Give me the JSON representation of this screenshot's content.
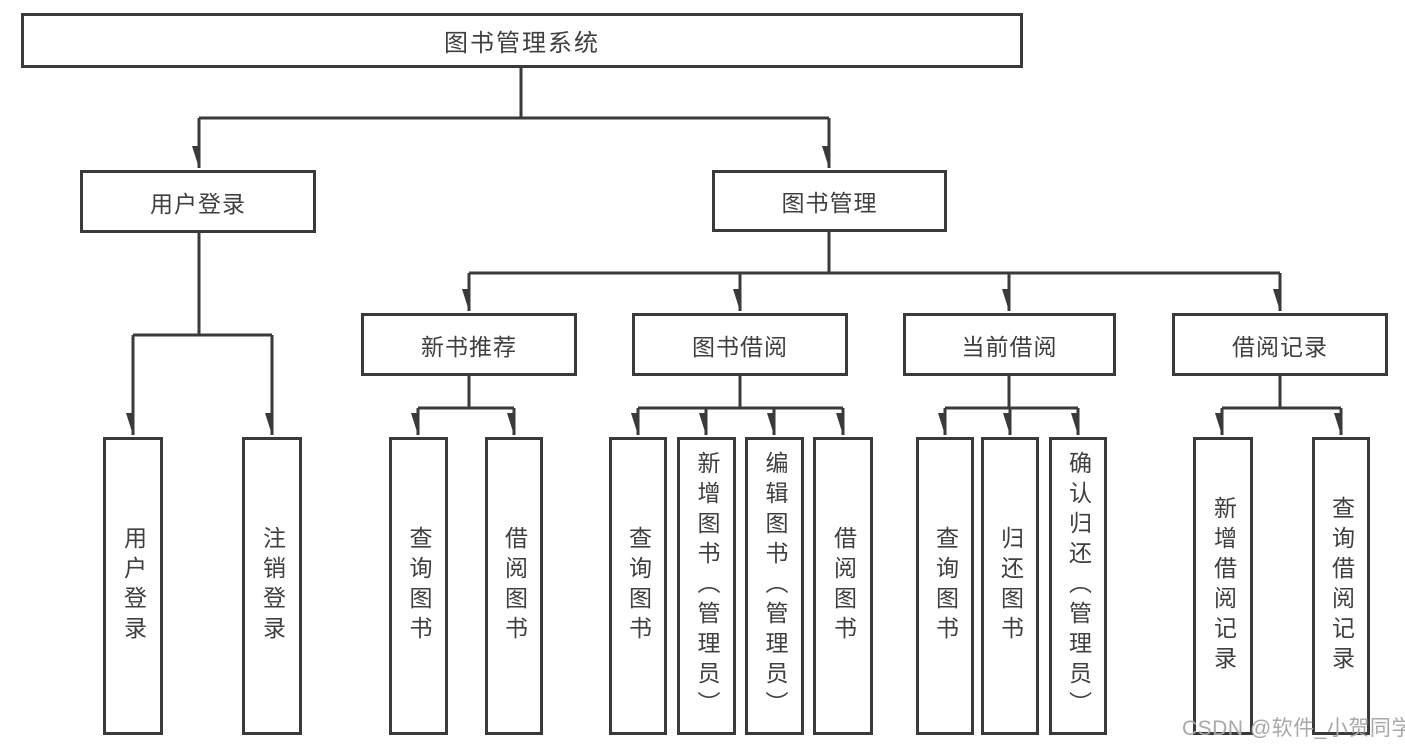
{
  "diagram": {
    "type": "hierarchy-tree",
    "colors": {
      "line": "#3a3a3a",
      "box_border": "#3a3a3a",
      "text": "#3f3f3f",
      "background": "#ffffff",
      "watermark_text": "#a8a8a8"
    },
    "root": {
      "label": "图书管理系统"
    },
    "level2": [
      {
        "label": "用户登录"
      },
      {
        "label": "图书管理"
      }
    ],
    "level3": [
      {
        "label": "新书推荐",
        "parent": "图书管理"
      },
      {
        "label": "图书借阅",
        "parent": "图书管理"
      },
      {
        "label": "当前借阅",
        "parent": "图书管理"
      },
      {
        "label": "借阅记录",
        "parent": "图书管理"
      }
    ],
    "leaves": [
      {
        "label": "用户登录",
        "parent": "用户登录"
      },
      {
        "label": "注销登录",
        "parent": "用户登录"
      },
      {
        "label": "查询图书",
        "parent": "新书推荐"
      },
      {
        "label": "借阅图书",
        "parent": "新书推荐"
      },
      {
        "label": "查询图书",
        "parent": "图书借阅"
      },
      {
        "label": "新增图书（管理员）",
        "parent": "图书借阅"
      },
      {
        "label": "编辑图书（管理员）",
        "parent": "图书借阅"
      },
      {
        "label": "借阅图书",
        "parent": "图书借阅"
      },
      {
        "label": "查询图书",
        "parent": "当前借阅"
      },
      {
        "label": "归还图书",
        "parent": "当前借阅"
      },
      {
        "label": "确认归还（管理员）",
        "parent": "当前借阅"
      },
      {
        "label": "新增借阅记录",
        "parent": "借阅记录"
      },
      {
        "label": "查询借阅记录",
        "parent": "借阅记录"
      }
    ]
  },
  "watermark": "CSDN @软件_小贺同学"
}
